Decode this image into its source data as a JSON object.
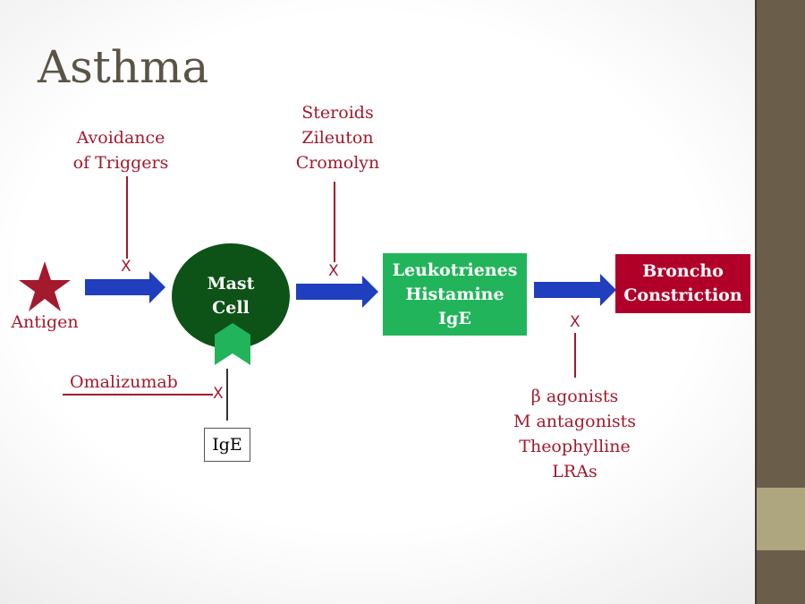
{
  "title": "Asthma",
  "nodes": {
    "antigen": "Antigen",
    "mast_cell_line1": "Mast",
    "mast_cell_line2": "Cell",
    "mediators": [
      "Leukotrienes",
      "Histamine",
      "IgE"
    ],
    "bronchoconstriction": [
      "Broncho",
      "Constriction"
    ],
    "ige": "IgE"
  },
  "interventions": {
    "avoidance": [
      "Avoidance",
      "of Triggers"
    ],
    "stabilizers": [
      "Steroids",
      "Zileuton",
      "Cromolyn"
    ],
    "omalizumab": "Omalizumab",
    "bronchodilators": [
      "β agonists",
      "M antagonists",
      "Theophylline",
      "LRAs"
    ],
    "block_mark": "X"
  },
  "colors": {
    "accent_red": "#a3192e",
    "arrow_blue": "#1f3fbf",
    "mast_green": "#0d5216",
    "mediator_green": "#22b45a",
    "broncho_red": "#b0002a",
    "sidebar": "#6a5d4a"
  }
}
